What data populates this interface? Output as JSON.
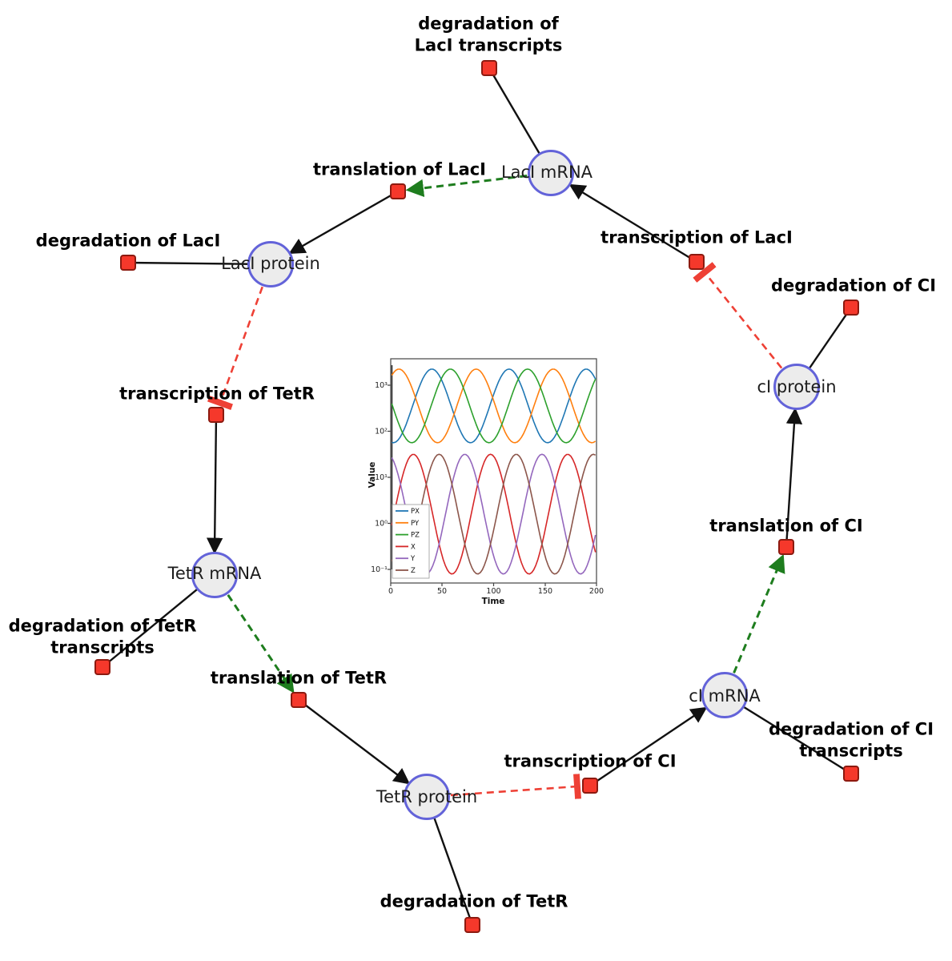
{
  "figure": {
    "species": {
      "laci_mrna": {
        "label": "LacI mRNA"
      },
      "laci_protein": {
        "label": "LacI protein"
      },
      "tetr_mrna": {
        "label": "TetR mRNA"
      },
      "tetr_protein": {
        "label": "TetR protein"
      },
      "ci_mrna": {
        "label": "cI mRNA"
      },
      "ci_protein": {
        "label": "cI protein"
      }
    },
    "reactions": {
      "degradation_of_laci_transcripts": {
        "label": "degradation of LacI transcripts"
      },
      "translation_of_laci": {
        "label": "translation of LacI"
      },
      "transcription_of_laci": {
        "label": "transcription of LacI"
      },
      "degradation_of_laci": {
        "label": "degradation of LacI"
      },
      "degradation_of_ci": {
        "label": "degradation of CI"
      },
      "transcription_of_tetr": {
        "label": "transcription of TetR"
      },
      "translation_of_ci": {
        "label": "translation of CI"
      },
      "degradation_of_tetr_transcripts": {
        "label": "degradation of TetR transcripts"
      },
      "translation_of_tetr": {
        "label": "translation of TetR"
      },
      "transcription_of_ci": {
        "label": "transcription of CI"
      },
      "degradation_of_ci_transcripts": {
        "label": "degradation of CI transcripts"
      },
      "degradation_of_tetr": {
        "label": "degradation of TetR"
      }
    },
    "colors": {
      "species_fill": "#ececec",
      "species_border": "#6363d9",
      "reaction_fill": "#f5382b",
      "reaction_border": "#8c1a10",
      "edge_black": "#111111",
      "edge_activation_green": "#1e7d1e",
      "edge_inhibition_red": "#ee4035"
    }
  },
  "chart_data": {
    "type": "line",
    "title": "",
    "xlabel": "Time",
    "ylabel": "Value",
    "xlim": [
      0,
      200
    ],
    "yscale": "log",
    "ylim": [
      0.1,
      1000
    ],
    "xticks": [
      "0",
      "50",
      "100",
      "150",
      "200"
    ],
    "yticks": [
      "10⁻¹",
      "10⁰",
      "10¹",
      "10²",
      "10³"
    ],
    "legend_position": "lower left",
    "grid": false,
    "series": [
      {
        "name": "PX",
        "color": "#1f77b4",
        "approx_min": 60,
        "approx_max": 2200,
        "period": 75,
        "peak_time": 40,
        "log10_center": 2.55,
        "log10_amplitude": 0.8
      },
      {
        "name": "PY",
        "color": "#ff7f0e",
        "approx_min": 60,
        "approx_max": 2200,
        "period": 75,
        "peak_time": 8,
        "log10_center": 2.55,
        "log10_amplitude": 0.8
      },
      {
        "name": "PZ",
        "color": "#2ca02c",
        "approx_min": 60,
        "approx_max": 2200,
        "period": 75,
        "peak_time": 58,
        "log10_center": 2.55,
        "log10_amplitude": 0.8
      },
      {
        "name": "X",
        "color": "#d62728",
        "approx_min": 0.08,
        "approx_max": 28,
        "period": 75,
        "peak_time": 22,
        "log10_center": 0.2,
        "log10_amplitude": 1.3
      },
      {
        "name": "Y",
        "color": "#9467bd",
        "approx_min": 0.08,
        "approx_max": 28,
        "period": 75,
        "peak_time": 72,
        "log10_center": 0.2,
        "log10_amplitude": 1.3
      },
      {
        "name": "Z",
        "color": "#8c564b",
        "approx_min": 0.08,
        "approx_max": 28,
        "period": 75,
        "peak_time": 47,
        "log10_center": 0.2,
        "log10_amplitude": 1.3
      }
    ]
  }
}
